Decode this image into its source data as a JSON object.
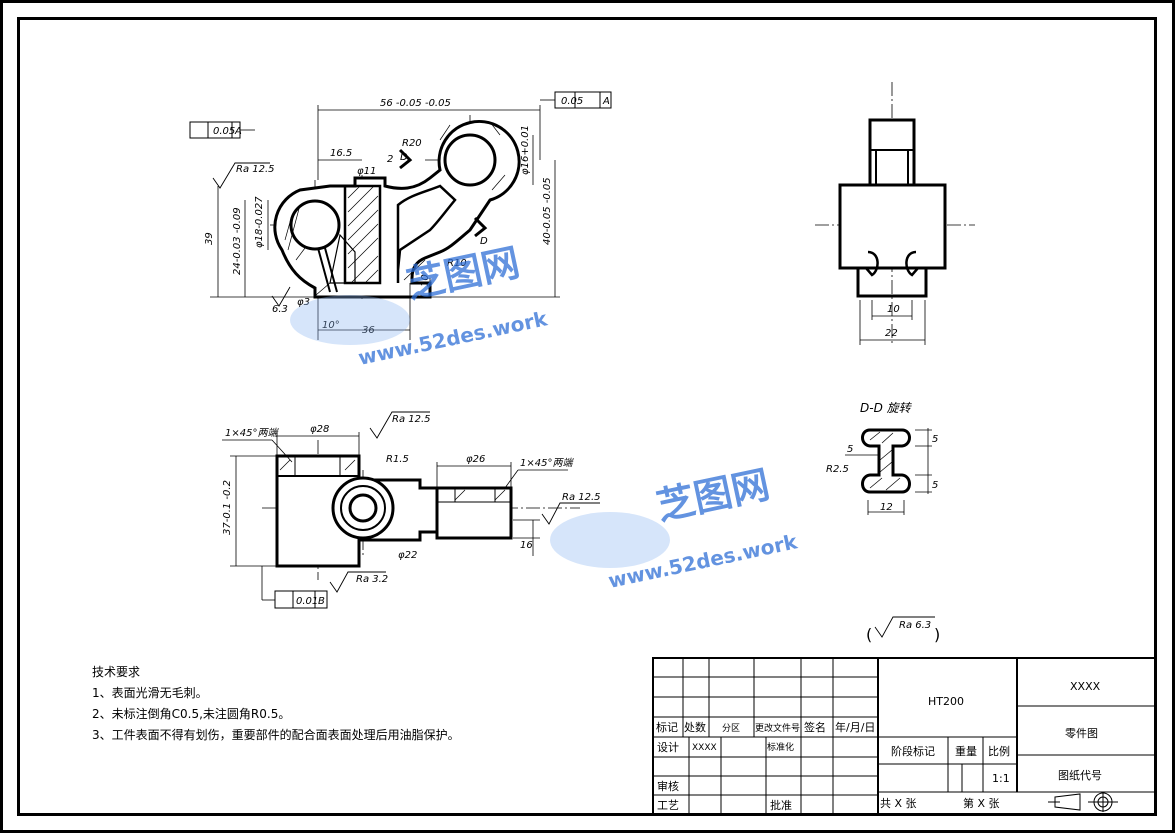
{
  "requirements": {
    "title": "技术要求",
    "items": [
      "1、表面光滑无毛刺。",
      "2、未标注倒角C0.5,未注圆角R0.5。",
      "3、工件表面不得有划伤，重要部件的配合面表面处理后用油脂保护。"
    ]
  },
  "title_block": {
    "material": "HT200",
    "company": "XXXX",
    "drawing_name": "零件图",
    "drawing_code": "图纸代号",
    "stage_mark": "阶段标记",
    "weight": "重量",
    "scale_label": "比例",
    "scale_value": "1:1",
    "total_sheets": "共 X 张",
    "sheet_no": "第 X 张",
    "mark": "标记",
    "count": "处数",
    "zone": "分区",
    "change_doc": "更改文件号",
    "signature": "签名",
    "date": "年/月/日",
    "design": "设计",
    "designer": "XXXX",
    "standardize": "标准化",
    "review": "审核",
    "process": "工艺",
    "approve": "批准"
  },
  "general_roughness": "Ra 6.3",
  "section_label": "D-D 旋转",
  "watermark": {
    "top": "芝图网",
    "bottom": "www.52des.work"
  },
  "dimensions": {
    "front": [
      "56 -0.05 -0.05",
      "16.5",
      "R20",
      "2",
      "D",
      "φ11",
      "39",
      "24-0.03 -0.09",
      "φ18-0.027",
      "φ16+0.01",
      "40-0.05 -0.05",
      "R10",
      "10",
      "φ3",
      "10°",
      "36",
      "Ra 12.5",
      "0.05",
      "A",
      "6.3",
      "D"
    ],
    "side": [
      "10",
      "22"
    ],
    "section": [
      "5",
      "5",
      "5",
      "R2.5",
      "12"
    ],
    "top": [
      "1×45°两端",
      "φ28",
      "Ra 12.5",
      "R1.5",
      "φ26",
      "1×45°两端",
      "Ra 12.5",
      "37-0.1 -0.2",
      "φ22",
      "16",
      "Ra 3.2",
      "0.01",
      "B"
    ]
  }
}
